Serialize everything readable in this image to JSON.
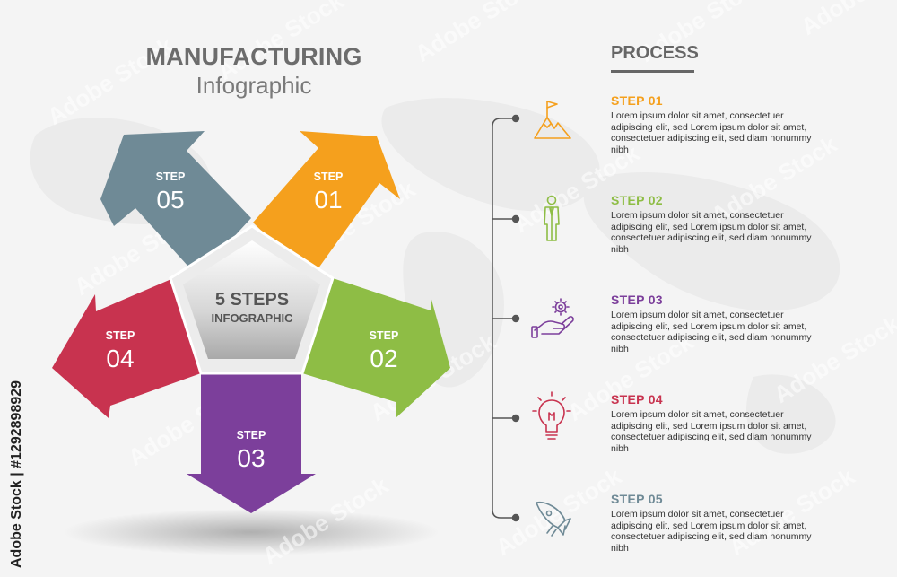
{
  "header": {
    "title": "MANUFACTURING",
    "subtitle": "Infographic"
  },
  "center_label": {
    "line1": "5 STEPS",
    "line2": "INFOGRAPHIC"
  },
  "arrows": [
    {
      "label": "STEP",
      "number": "01",
      "color": "#f5a01d"
    },
    {
      "label": "STEP",
      "number": "02",
      "color": "#8ebd45"
    },
    {
      "label": "STEP",
      "number": "03",
      "color": "#7c3f9b"
    },
    {
      "label": "STEP",
      "number": "04",
      "color": "#c8334f"
    },
    {
      "label": "STEP",
      "number": "05",
      "color": "#6f8a96"
    }
  ],
  "process": {
    "title": "PROCESS",
    "steps": [
      {
        "title": "STEP 01",
        "icon": "mountain-flag-icon",
        "color": "#f5a01d",
        "text": "Lorem ipsum dolor sit amet, consectetuer adipiscing elit, sed Lorem ipsum dolor sit amet, consectetuer adipiscing elit, sed diam nonummy nibh"
      },
      {
        "title": "STEP 02",
        "icon": "businessman-icon",
        "color": "#8ebd45",
        "text": "Lorem ipsum dolor sit amet, consectetuer adipiscing elit, sed Lorem ipsum dolor sit amet, consectetuer adipiscing elit, sed diam nonummy nibh"
      },
      {
        "title": "STEP 03",
        "icon": "hand-gear-icon",
        "color": "#7c3f9b",
        "text": "Lorem ipsum dolor sit amet, consectetuer adipiscing elit, sed Lorem ipsum dolor sit amet, consectetuer adipiscing elit, sed diam nonummy nibh"
      },
      {
        "title": "STEP 04",
        "icon": "lightbulb-icon",
        "color": "#c8334f",
        "text": "Lorem ipsum dolor sit amet, consectetuer adipiscing elit, sed Lorem ipsum dolor sit amet, consectetuer adipiscing elit, sed diam nonummy nibh"
      },
      {
        "title": "STEP 05",
        "icon": "rocket-icon",
        "color": "#6f8a96",
        "text": "Lorem ipsum dolor sit amet, consectetuer adipiscing elit, sed Lorem ipsum dolor sit amet, consectetuer adipiscing elit, sed diam nonummy nibh"
      }
    ]
  },
  "watermark": {
    "side_text": "Adobe Stock | #1292898929",
    "overlay_text": "Adobe Stock"
  }
}
